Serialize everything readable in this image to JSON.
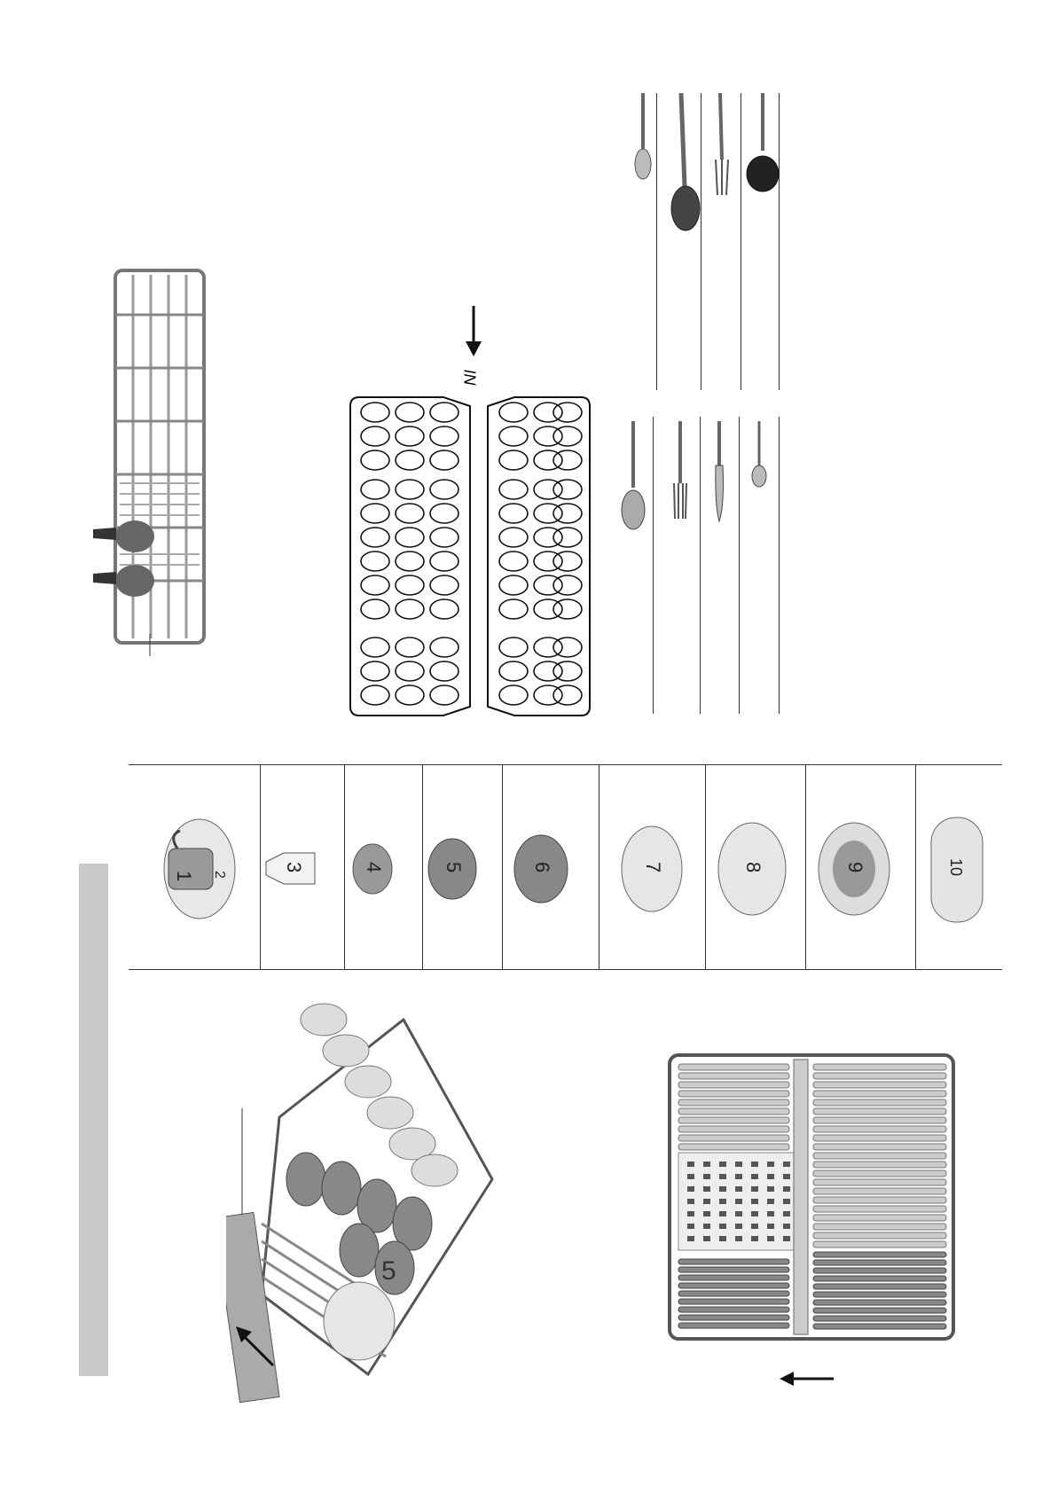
{
  "in_label": "IN",
  "dish_items": [
    {
      "num": "1",
      "sub": "2",
      "kind": "cup-saucer"
    },
    {
      "num": "3",
      "kind": "glass"
    },
    {
      "num": "4",
      "kind": "small-bowl"
    },
    {
      "num": "5",
      "kind": "bowl"
    },
    {
      "num": "6",
      "kind": "large-bowl"
    },
    {
      "num": "7",
      "kind": "dessert-plate"
    },
    {
      "num": "8",
      "kind": "dinner-plate"
    },
    {
      "num": "9",
      "kind": "soup-plate"
    },
    {
      "num": "10",
      "kind": "oval-platter"
    }
  ],
  "basket_label": "5",
  "cutlery_left": [
    "spoon",
    "fork",
    "knife",
    "teaspoon"
  ],
  "cutlery_right": [
    "teaspoon",
    "serving-spoon",
    "serving-fork",
    "ladle"
  ],
  "colors": {
    "sidebar": "#c8c8c8",
    "line": "#333333",
    "metal": "#777777"
  }
}
